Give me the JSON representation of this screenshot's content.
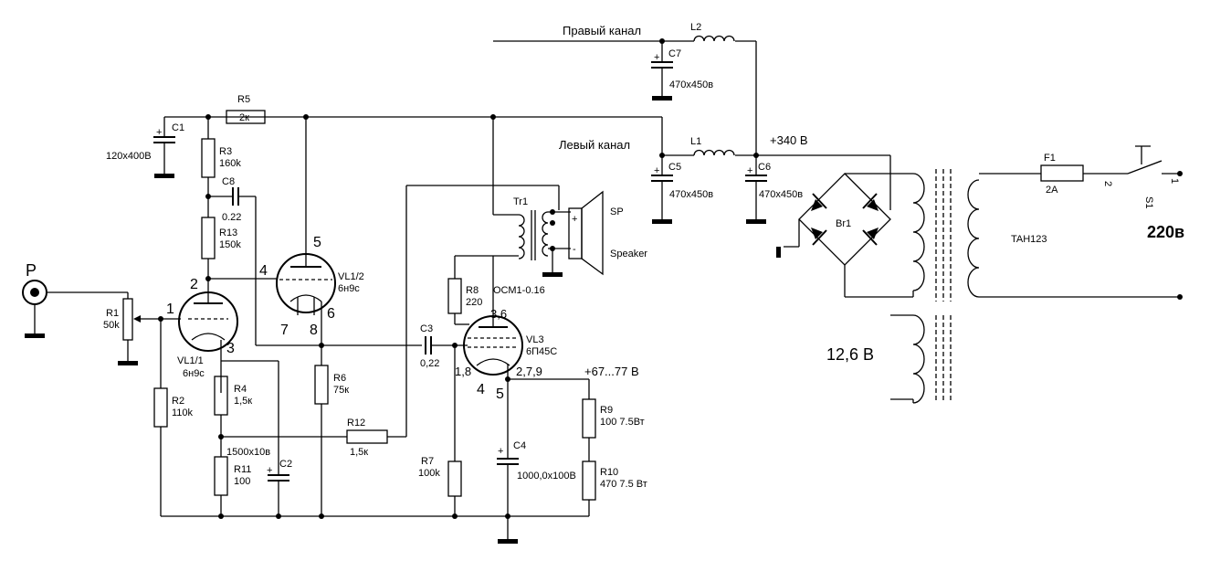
{
  "labels": {
    "right_channel": "Правый канал",
    "left_channel": "Левый канал",
    "plus340": "+340 В",
    "plus67": "+67...77 В",
    "v220": "220в",
    "v12": "12,6 В",
    "tan": "TAH123",
    "input_p": "P"
  },
  "components": {
    "R1": {
      "ref": "R1",
      "value": "50k"
    },
    "R2": {
      "ref": "R2",
      "value": "110k"
    },
    "R3": {
      "ref": "R3",
      "value": "160k"
    },
    "R4": {
      "ref": "R4",
      "value": "1,5к"
    },
    "R5": {
      "ref": "R5",
      "value": "2к"
    },
    "R6": {
      "ref": "R6",
      "value": "75к"
    },
    "R7": {
      "ref": "R7",
      "value": "100k"
    },
    "R8": {
      "ref": "R8",
      "value": "220"
    },
    "R9": {
      "ref": "R9",
      "value": "100 7.5Вт"
    },
    "R10": {
      "ref": "R10",
      "value": "470 7.5 Вт"
    },
    "R11": {
      "ref": "R11",
      "value": "100"
    },
    "R12": {
      "ref": "R12",
      "value": "1,5к"
    },
    "R13": {
      "ref": "R13",
      "value": "150k"
    },
    "C1": {
      "ref": "C1",
      "value": "120x400B"
    },
    "C2": {
      "ref": "C2",
      "value": "1500x10в"
    },
    "C3": {
      "ref": "C3",
      "value": "0,22"
    },
    "C4": {
      "ref": "C4",
      "value": "1000,0x100B"
    },
    "C5": {
      "ref": "C5",
      "value": "470x450в"
    },
    "C6": {
      "ref": "C6",
      "value": "470x450в"
    },
    "C7": {
      "ref": "C7",
      "value": "470x450в"
    },
    "C8": {
      "ref": "C8",
      "value": "0.22"
    },
    "L1": {
      "ref": "L1"
    },
    "L2": {
      "ref": "L2"
    },
    "F1": {
      "ref": "F1",
      "value": "2A"
    },
    "S1": {
      "ref": "S1"
    },
    "Br1": {
      "ref": "Br1"
    },
    "Tr1": {
      "ref": "Tr1",
      "value": "ОСМ1-0.16"
    },
    "SP": {
      "ref": "SP",
      "value": "Speaker"
    },
    "VL11": {
      "ref": "VL1/1",
      "value": "6н9с"
    },
    "VL12": {
      "ref": "VL1/2",
      "value": "6н9с"
    },
    "VL3": {
      "ref": "VL3",
      "value": "6П45С"
    }
  },
  "pins": {
    "p1": "1",
    "p2": "2",
    "p3": "3",
    "p4": "4",
    "p5": "5",
    "p6": "6",
    "p7": "7",
    "p8": "8",
    "vl3_g": "3,6",
    "vl3_k": "1,8",
    "vl3_a": "2,7,9",
    "vl3_4": "4",
    "vl3_5": "5",
    "s1_1": "1",
    "s1_2": "2",
    "sp_plus": "+",
    "sp_minus": "-"
  }
}
